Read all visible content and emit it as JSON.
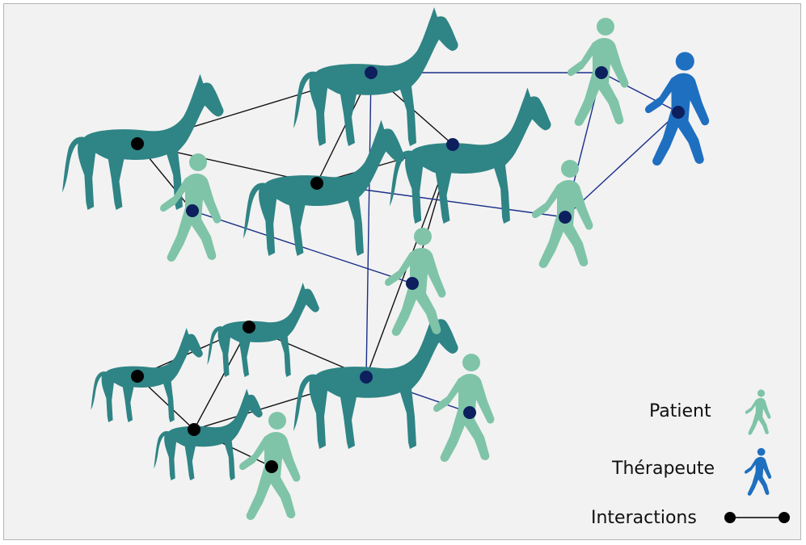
{
  "legend": {
    "patient": "Patient",
    "therapist": "Thérapeute",
    "interactions": "Interactions"
  },
  "colors": {
    "background": "#f2f2f2",
    "horse": "#2f8485",
    "patient": "#7fc4a8",
    "therapist": "#1f6fc0",
    "node_dark": "#0d1f5c",
    "edge_black": "#111111",
    "edge_blue": "#1a2f8a"
  },
  "nodes": [
    {
      "id": "H1",
      "kind": "horse"
    },
    {
      "id": "H2",
      "kind": "horse"
    },
    {
      "id": "H3",
      "kind": "horse"
    },
    {
      "id": "H4",
      "kind": "horse"
    },
    {
      "id": "H5",
      "kind": "horse"
    },
    {
      "id": "H6",
      "kind": "horse"
    },
    {
      "id": "H7",
      "kind": "horse"
    },
    {
      "id": "H8",
      "kind": "horse"
    },
    {
      "id": "P1",
      "kind": "patient"
    },
    {
      "id": "P2",
      "kind": "patient"
    },
    {
      "id": "P3",
      "kind": "patient"
    },
    {
      "id": "P4",
      "kind": "patient"
    },
    {
      "id": "P5",
      "kind": "patient"
    },
    {
      "id": "P6",
      "kind": "patient"
    },
    {
      "id": "T1",
      "kind": "therapist"
    }
  ],
  "edges": [
    {
      "from": "H1",
      "to": "H2",
      "type": "black"
    },
    {
      "from": "H1",
      "to": "H4",
      "type": "black"
    },
    {
      "from": "H1",
      "to": "P1",
      "type": "black"
    },
    {
      "from": "H2",
      "to": "H3",
      "type": "black"
    },
    {
      "from": "H2",
      "to": "H4",
      "type": "black"
    },
    {
      "from": "H2",
      "to": "P3",
      "type": "blue"
    },
    {
      "from": "H2",
      "to": "H7",
      "type": "blue"
    },
    {
      "from": "H3",
      "to": "H4",
      "type": "black"
    },
    {
      "from": "H3",
      "to": "P2",
      "type": "black"
    },
    {
      "from": "H3",
      "to": "H7",
      "type": "black"
    },
    {
      "from": "P1",
      "to": "P2",
      "type": "blue"
    },
    {
      "from": "H4",
      "to": "P4",
      "type": "blue"
    },
    {
      "from": "P3",
      "to": "T1",
      "type": "blue"
    },
    {
      "from": "P3",
      "to": "P4",
      "type": "blue"
    },
    {
      "from": "P4",
      "to": "T1",
      "type": "blue"
    },
    {
      "from": "H5",
      "to": "H6",
      "type": "black"
    },
    {
      "from": "H5",
      "to": "H8",
      "type": "black"
    },
    {
      "from": "H6",
      "to": "H8",
      "type": "black"
    },
    {
      "from": "H6",
      "to": "H7",
      "type": "black"
    },
    {
      "from": "H8",
      "to": "H7",
      "type": "black"
    },
    {
      "from": "H8",
      "to": "P6",
      "type": "black"
    },
    {
      "from": "H7",
      "to": "P5",
      "type": "blue"
    }
  ]
}
